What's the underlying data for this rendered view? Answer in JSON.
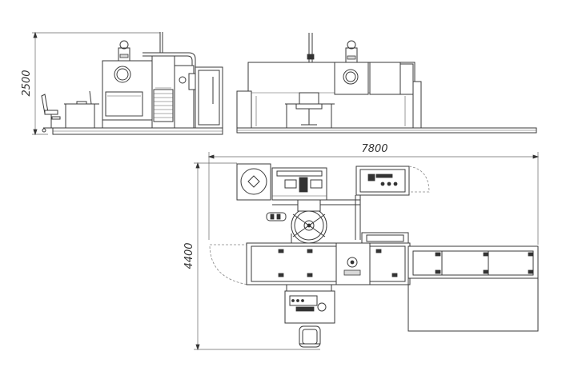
{
  "dimensions": {
    "height_label": "2500",
    "length_label": "7800",
    "width_label": "4400"
  },
  "colors": {
    "line": "#3a3a3a",
    "background": "#ffffff"
  }
}
